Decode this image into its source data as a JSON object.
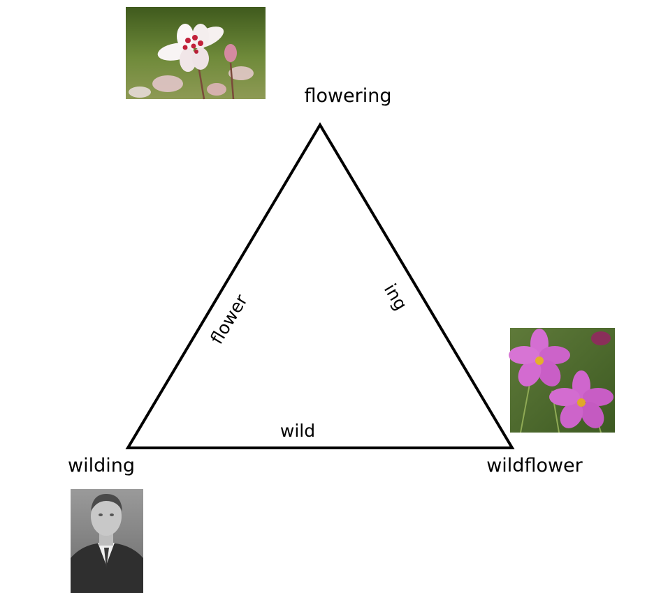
{
  "diagram": {
    "vertices": {
      "top": "flowering",
      "bottom_left": "wilding",
      "bottom_right": "wildflower"
    },
    "edges": {
      "left": "flower",
      "right": "ing",
      "bottom": "wild"
    },
    "images": {
      "top": "white-pink-flower-photo",
      "bottom_right": "pink-cosmos-flowers-photo",
      "bottom_left": "man-portrait-photo"
    },
    "colors": {
      "line": "#000000",
      "background": "#ffffff"
    }
  }
}
